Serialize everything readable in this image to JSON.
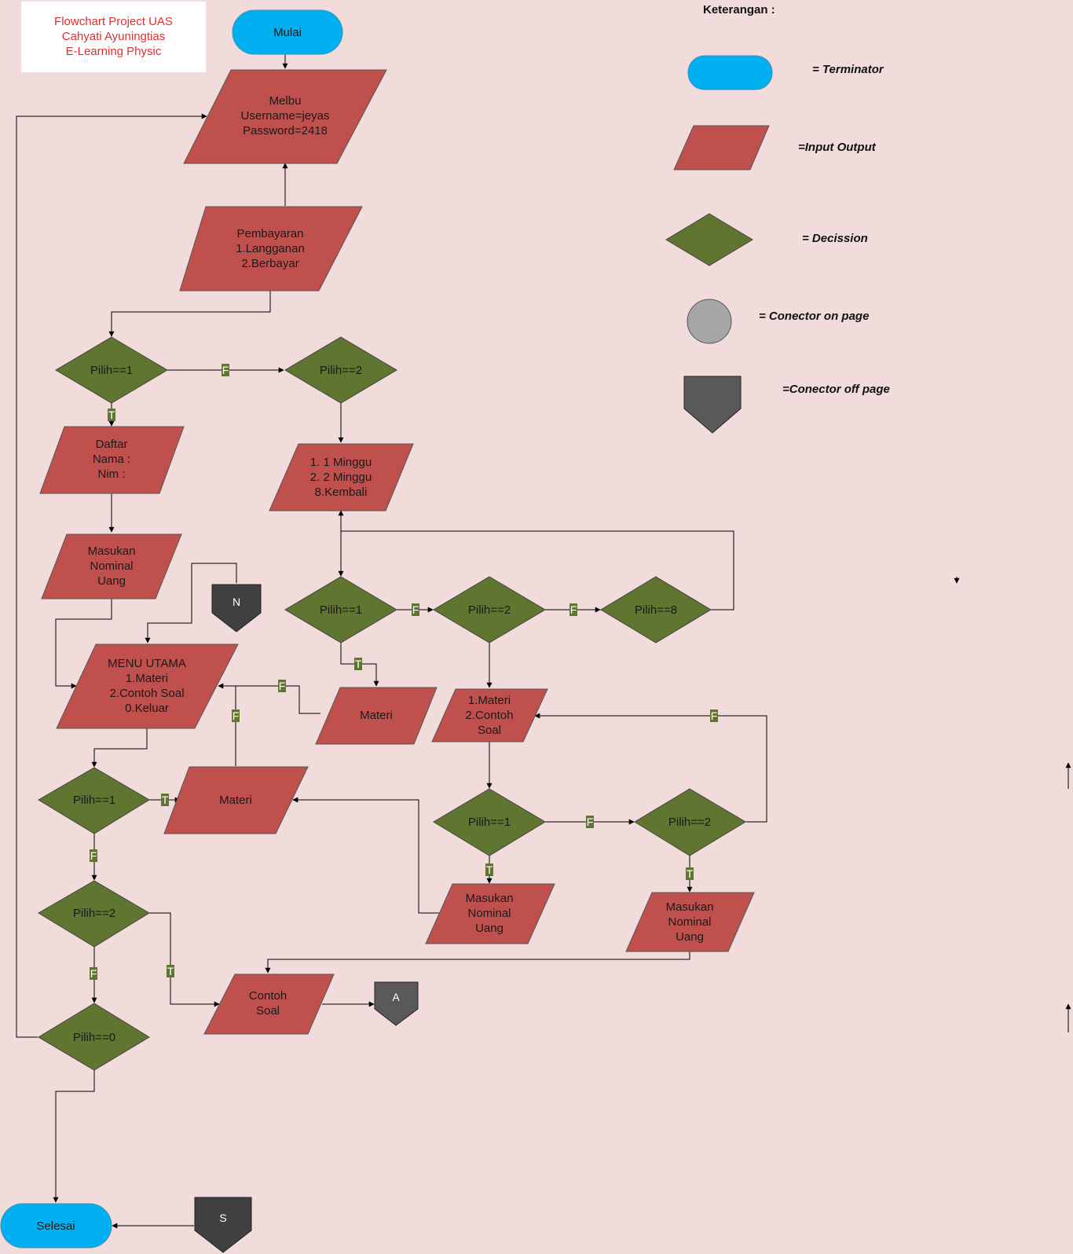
{
  "title_lines": [
    "Flowchart Project UAS",
    "Cahyati Ayuningtias",
    "E-Learning Physic"
  ],
  "nodes": {
    "mulai": "Mulai",
    "selesai": "Selesai",
    "melbu": [
      "Melbu",
      "Username=jeyas",
      "Password=2418"
    ],
    "pembayaran": [
      "Pembayaran",
      "1.Langganan",
      "2.Berbayar"
    ],
    "pilih1_top": "Pilih==1",
    "pilih2_top": "Pilih==2",
    "daftar": [
      "Daftar",
      "Nama :",
      "Nim :"
    ],
    "masukan_left": [
      "Masukan",
      "Nominal",
      "Uang"
    ],
    "minggu": [
      "1. 1 Minggu",
      "2. 2 Minggu",
      "8.Kembali"
    ],
    "pilih1_mid": "Pilih==1",
    "pilih2_mid": "Pilih==2",
    "pilih8_mid": "Pilih==8",
    "menu_utama": [
      "MENU UTAMA",
      "1.Materi",
      "2.Contoh Soal",
      "0.Keluar"
    ],
    "materi_right": "Materi",
    "materi_soal": [
      "1.Materi",
      "2.Contoh",
      "Soal"
    ],
    "pilih1_left": "Pilih==1",
    "materi_left": "Materi",
    "pilih1_right": "Pilih==1",
    "pilih2_right": "Pilih==2",
    "masukan_mid": [
      "Masukan",
      "Nominal",
      "Uang"
    ],
    "masukan_right": [
      "Masukan",
      "Nominal",
      "Uang"
    ],
    "pilih2_left": "Pilih==2",
    "contoh_soal": [
      "Contoh",
      "Soal"
    ],
    "pilih0": "Pilih==0",
    "conn_n": "N",
    "conn_a": "A",
    "conn_s": "S"
  },
  "edge_labels": {
    "true": "T",
    "false": "F"
  },
  "legend": {
    "title": "Keterangan :",
    "terminator": "= Terminator",
    "io": "=Input Output",
    "decision": "= Decission",
    "on_page": "= Conector on page",
    "off_page": "=Conector off page"
  },
  "colors": {
    "terminator": "#00b0f0",
    "io": "#c0504d",
    "decision": "#5f7530",
    "connector_on": "#a6a6a6",
    "connector_off": "#595959",
    "background": "#f2dcdb"
  }
}
